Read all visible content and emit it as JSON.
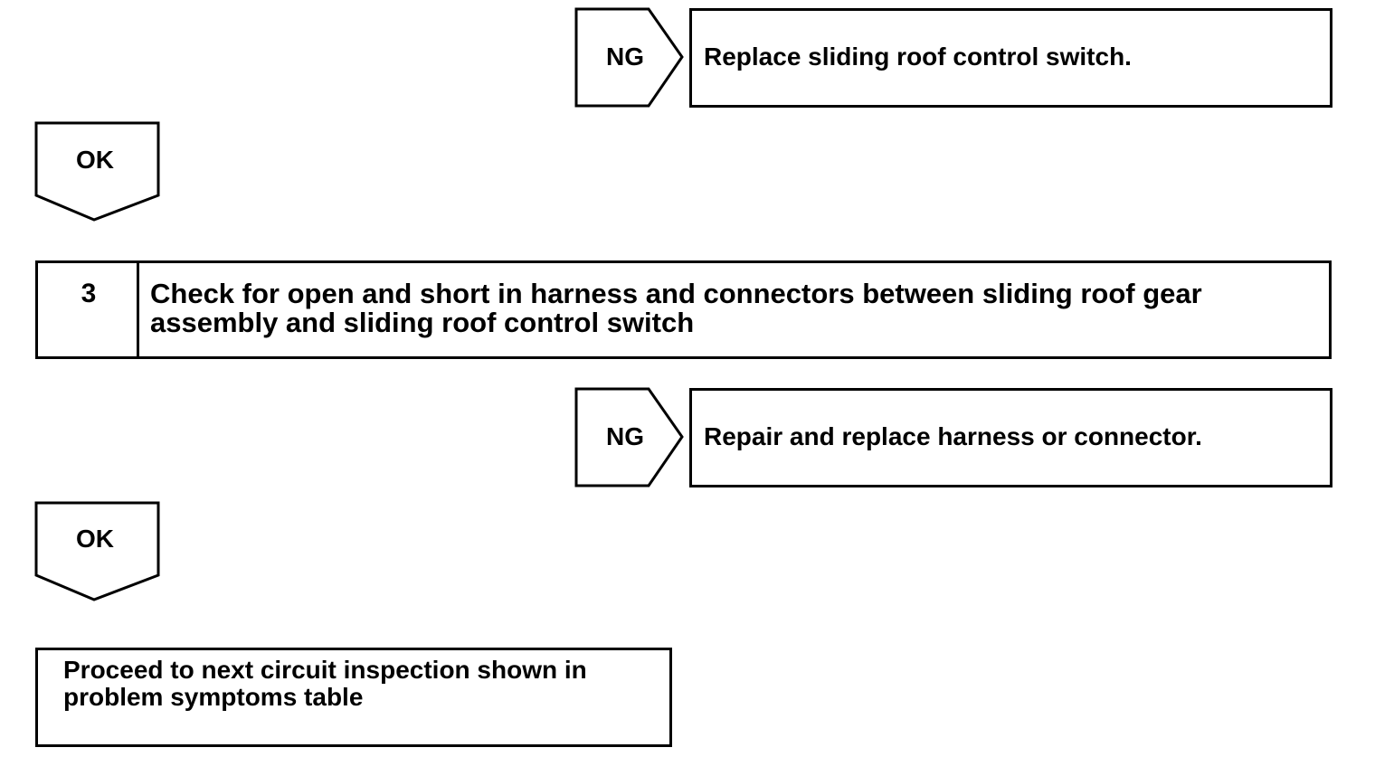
{
  "flow": {
    "ng1": {
      "tag": "NG",
      "result": "Replace sliding roof control switch."
    },
    "ok1": {
      "tag": "OK"
    },
    "step3": {
      "number": "3",
      "text_line1": "Check for open and short in harness and connectors between sliding roof gear",
      "text_line2": "assembly and sliding roof control switch"
    },
    "ng2": {
      "tag": "NG",
      "result": "Repair and replace harness or connector."
    },
    "ok2": {
      "tag": "OK"
    },
    "final": {
      "text_line1": "Proceed to next circuit inspection shown in",
      "text_line2": "problem symptoms table"
    }
  }
}
